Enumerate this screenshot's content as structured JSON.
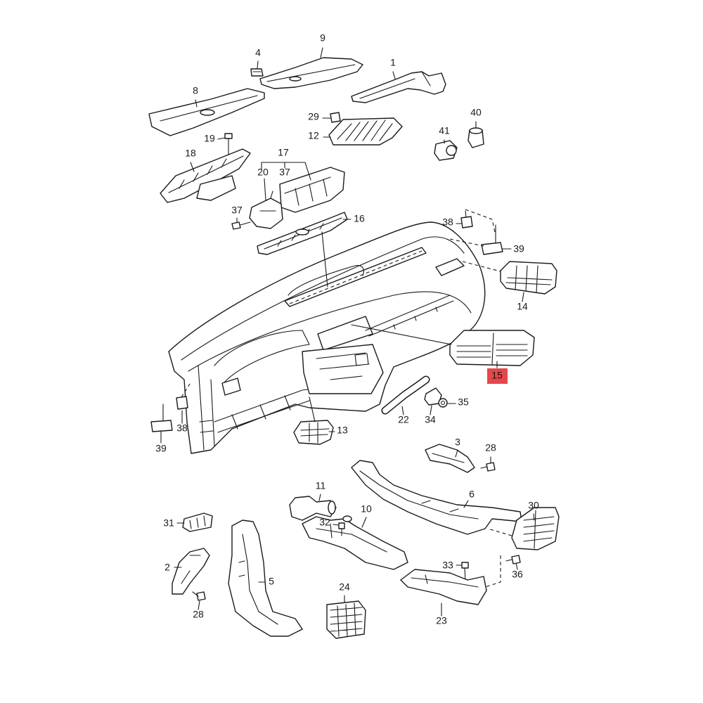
{
  "diagram": {
    "line_color": "#1a1a1a",
    "highlight_color": "#e5474b",
    "callouts": [
      "9",
      "4",
      "1",
      "8",
      "29",
      "40",
      "12",
      "41",
      "19",
      "18",
      "17",
      "20",
      "37",
      "37",
      "16",
      "38",
      "39",
      "14",
      "15",
      "35",
      "22",
      "34",
      "38",
      "13",
      "39",
      "3",
      "28",
      "11",
      "6",
      "10",
      "30",
      "31",
      "32",
      "2",
      "33",
      "36",
      "5",
      "24",
      "28",
      "23"
    ]
  }
}
